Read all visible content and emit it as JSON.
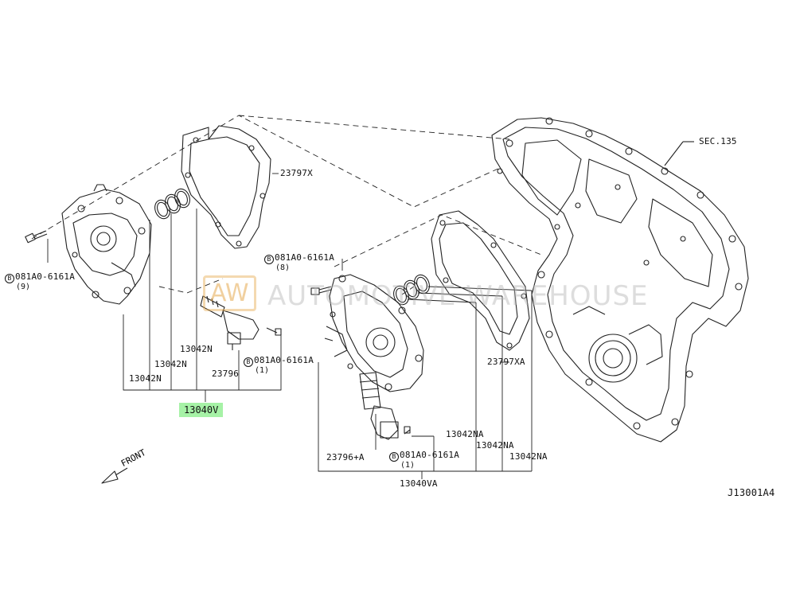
{
  "labels": {
    "sec135": "SEC.135",
    "gasket_left": "23797X",
    "gasket_right": "23797XA",
    "bolt_left_top": "081A0-6161A",
    "bolt_left_top_qty": "(9)",
    "bolt_mid": "081A0-6161A",
    "bolt_mid_qty": "(8)",
    "bolt_left_low": "081A0-6161A",
    "bolt_left_low_qty": "(1)",
    "bolt_right_low": "081A0-6161A",
    "bolt_right_low_qty": "(1)",
    "oring_l1": "13042N",
    "oring_l2": "13042N",
    "oring_l3": "13042N",
    "sensor_left": "23796",
    "assy_left": "13040V",
    "oring_r1": "13042NA",
    "oring_r2": "13042NA",
    "oring_r3": "13042NA",
    "sensor_right": "23796+A",
    "assy_right": "13040VA",
    "front": "FRONT",
    "figure_code": "J13001A4",
    "bolt_symbol": "B"
  },
  "watermark": {
    "logo": "AW",
    "text": "AUTOMOTIVE WAREHOUSE"
  },
  "colors": {
    "line": "#222222",
    "highlight": "#a6f2a6"
  }
}
